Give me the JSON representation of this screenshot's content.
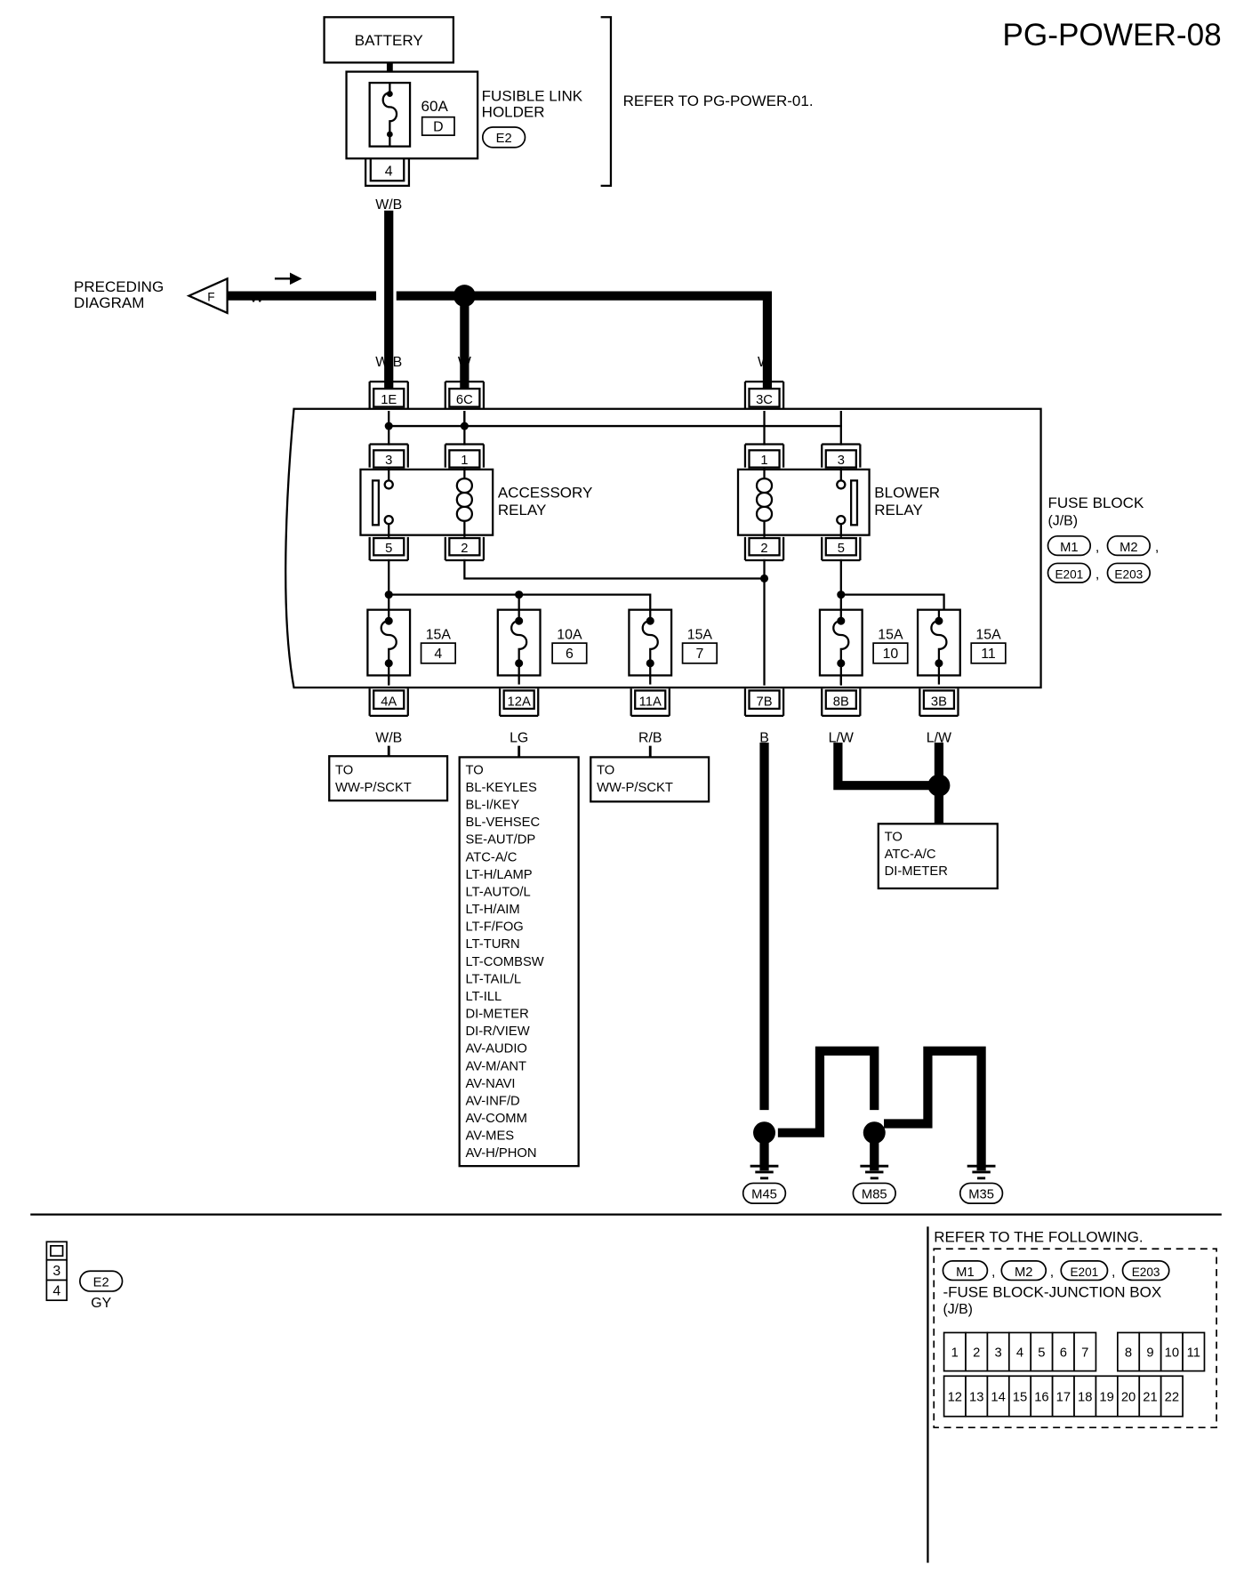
{
  "page_id": "PG-POWER-08",
  "battery": "BATTERY",
  "fusible_link": {
    "label_line1": "FUSIBLE LINK",
    "label_line2": "HOLDER",
    "rating": "60A",
    "id": "D",
    "connector": "E2",
    "terminal": "4"
  },
  "refer_to": "REFER TO PG-POWER-01.",
  "preceding": {
    "line1": "PRECEDING",
    "line2": "DIAGRAM",
    "connector": "F"
  },
  "wires": {
    "wb": "W/B",
    "w": "W",
    "lg": "LG",
    "rb": "R/B",
    "b": "B",
    "lw": "L/W"
  },
  "jb_terminals": {
    "t1e": "1E",
    "t6c": "6C",
    "t3c": "3C",
    "t4a": "4A",
    "t12a": "12A",
    "t11a": "11A",
    "t7b": "7B",
    "t8b": "8B",
    "t3b": "3B"
  },
  "accessory_relay": {
    "line1": "ACCESSORY",
    "line2": "RELAY",
    "pin_a": "3",
    "pin_b": "1",
    "pin_c": "5",
    "pin_d": "2"
  },
  "blower_relay": {
    "line1": "BLOWER",
    "line2": "RELAY",
    "pin_a": "1",
    "pin_b": "3",
    "pin_c": "2",
    "pin_d": "5"
  },
  "fuse_block": {
    "line1": "FUSE BLOCK",
    "line2": "(J/B)",
    "connectors": [
      "M1",
      "M2",
      "E201",
      "E203"
    ]
  },
  "fuses": [
    {
      "rating": "15A",
      "num": "4"
    },
    {
      "rating": "10A",
      "num": "6"
    },
    {
      "rating": "15A",
      "num": "7"
    },
    {
      "rating": "15A",
      "num": "10"
    },
    {
      "rating": "15A",
      "num": "11"
    }
  ],
  "dest_ww1": {
    "to": "TO",
    "target": "WW-P/SCKT"
  },
  "dest_ww2": {
    "to": "TO",
    "target": "WW-P/SCKT"
  },
  "dest_list": {
    "to": "TO",
    "items": [
      "BL-KEYLES",
      "BL-I/KEY",
      "BL-VEHSEC",
      "SE-AUT/DP",
      "ATC-A/C",
      "LT-H/LAMP",
      "LT-AUTO/L",
      "LT-H/AIM",
      "LT-F/FOG",
      "LT-TURN",
      "LT-COMBSW",
      "LT-TAIL/L",
      "LT-ILL",
      "DI-METER",
      "DI-R/VIEW",
      "AV-AUDIO",
      "AV-M/ANT",
      "AV-NAVI",
      "AV-INF/D",
      "AV-COMM",
      "AV-MES",
      "AV-H/PHON"
    ]
  },
  "dest_atc": {
    "to": "TO",
    "line1": "ATC-A/C",
    "line2": "DI-METER"
  },
  "grounds": [
    "M45",
    "M85",
    "M35"
  ],
  "legend": {
    "pin_a": "3",
    "pin_b": "4",
    "connector": "E2",
    "color": "GY"
  },
  "refer_following": {
    "title": "REFER TO THE FOLLOWING.",
    "connectors": [
      "M1",
      "M2",
      "E201",
      "E203"
    ],
    "desc": "-FUSE BLOCK-JUNCTION BOX",
    "desc2": "(J/B)",
    "row1": [
      "1",
      "2",
      "3",
      "4",
      "5",
      "6",
      "7",
      "8",
      "9",
      "10",
      "11"
    ],
    "row2": [
      "12",
      "13",
      "14",
      "15",
      "16",
      "17",
      "18",
      "19",
      "20",
      "21",
      "22"
    ]
  }
}
